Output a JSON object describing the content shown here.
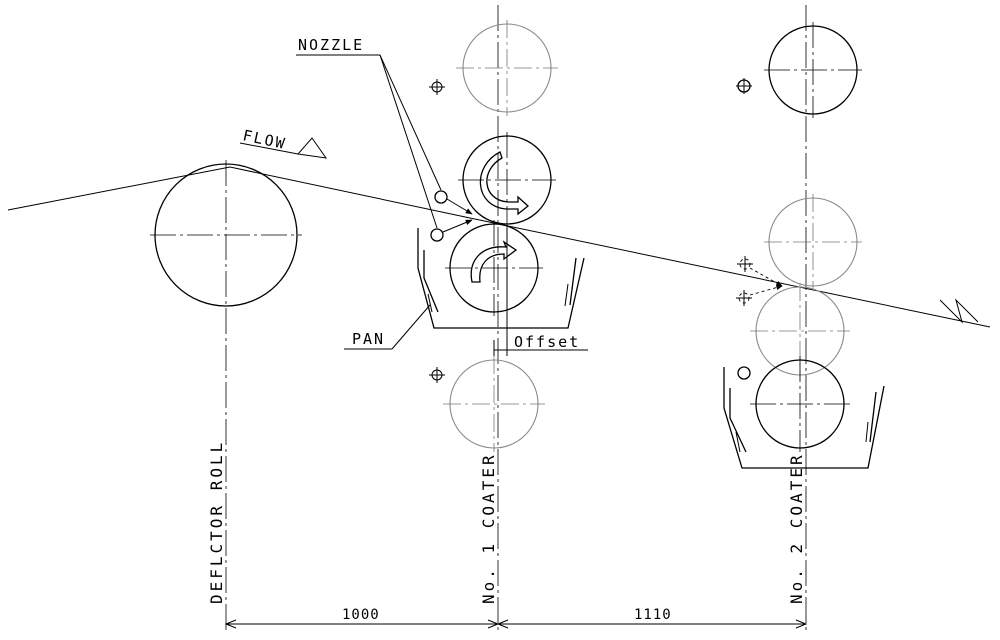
{
  "labels": {
    "nozzle": "NOZZLE",
    "flow": "FLOW",
    "pan": "PAN",
    "offset": "Offset",
    "deflector_roll": "DEFLCTOR ROLL",
    "coater_1": "No. 1 COATER",
    "coater_2": "No. 2 COATER"
  },
  "dimensions": {
    "deflector_to_coater1": "1000",
    "coater1_to_coater2": "1110"
  }
}
